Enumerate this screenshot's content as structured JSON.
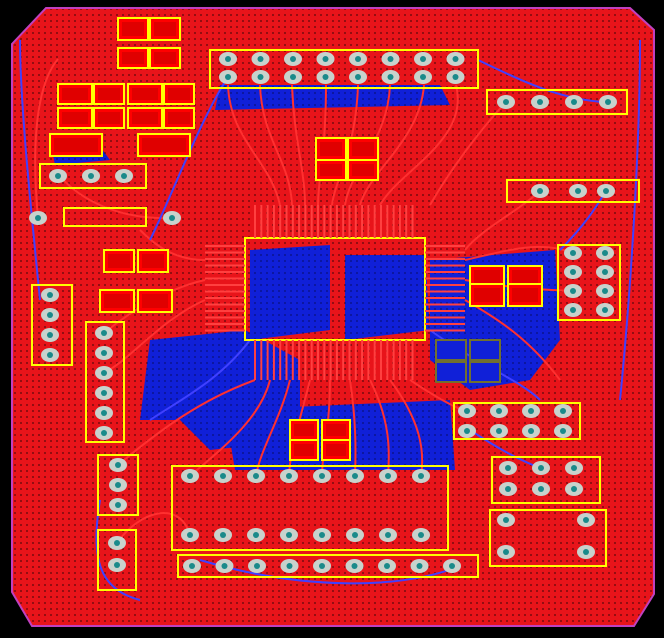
{
  "view": {
    "type": "pcb-layout",
    "layers": [
      "top-copper",
      "bottom-copper",
      "silkscreen",
      "board-outline"
    ],
    "colors": {
      "background": "#000000",
      "top_copper": "#e8141a",
      "copper_fill_dots": "#7a0a0e",
      "bottom_copper": "#1020d8",
      "silkscreen": "#ffff00",
      "outline": "#c040c0",
      "pad": "#c8d2cc",
      "pad_hole": "#1a8a8a",
      "smd_pad": "#ff0000",
      "trace_top": "#ff2020",
      "trace_bottom": "#3030ff"
    }
  },
  "components": {
    "headers": [
      {
        "id": "J-top",
        "pins": 16
      },
      {
        "id": "J-right-top",
        "pins": 4
      },
      {
        "id": "J-right-mid",
        "pins": 3
      },
      {
        "id": "J-right-idc",
        "pins": 8
      },
      {
        "id": "J-right-lower",
        "pins": 8
      },
      {
        "id": "J-left-3pin",
        "pins": 3
      },
      {
        "id": "J-left-4pin",
        "pins": 4
      },
      {
        "id": "J-left-6pin",
        "pins": 6
      },
      {
        "id": "J-left-bottom-a",
        "pins": 3
      },
      {
        "id": "J-left-bottom-b",
        "pins": 2
      },
      {
        "id": "U-dip16",
        "pins": 16
      },
      {
        "id": "J-bottom-right-a",
        "pins": 6
      },
      {
        "id": "J-bottom-right-b",
        "pins": 4
      }
    ],
    "ic": {
      "id": "U-qfp",
      "package": "QFP"
    }
  }
}
